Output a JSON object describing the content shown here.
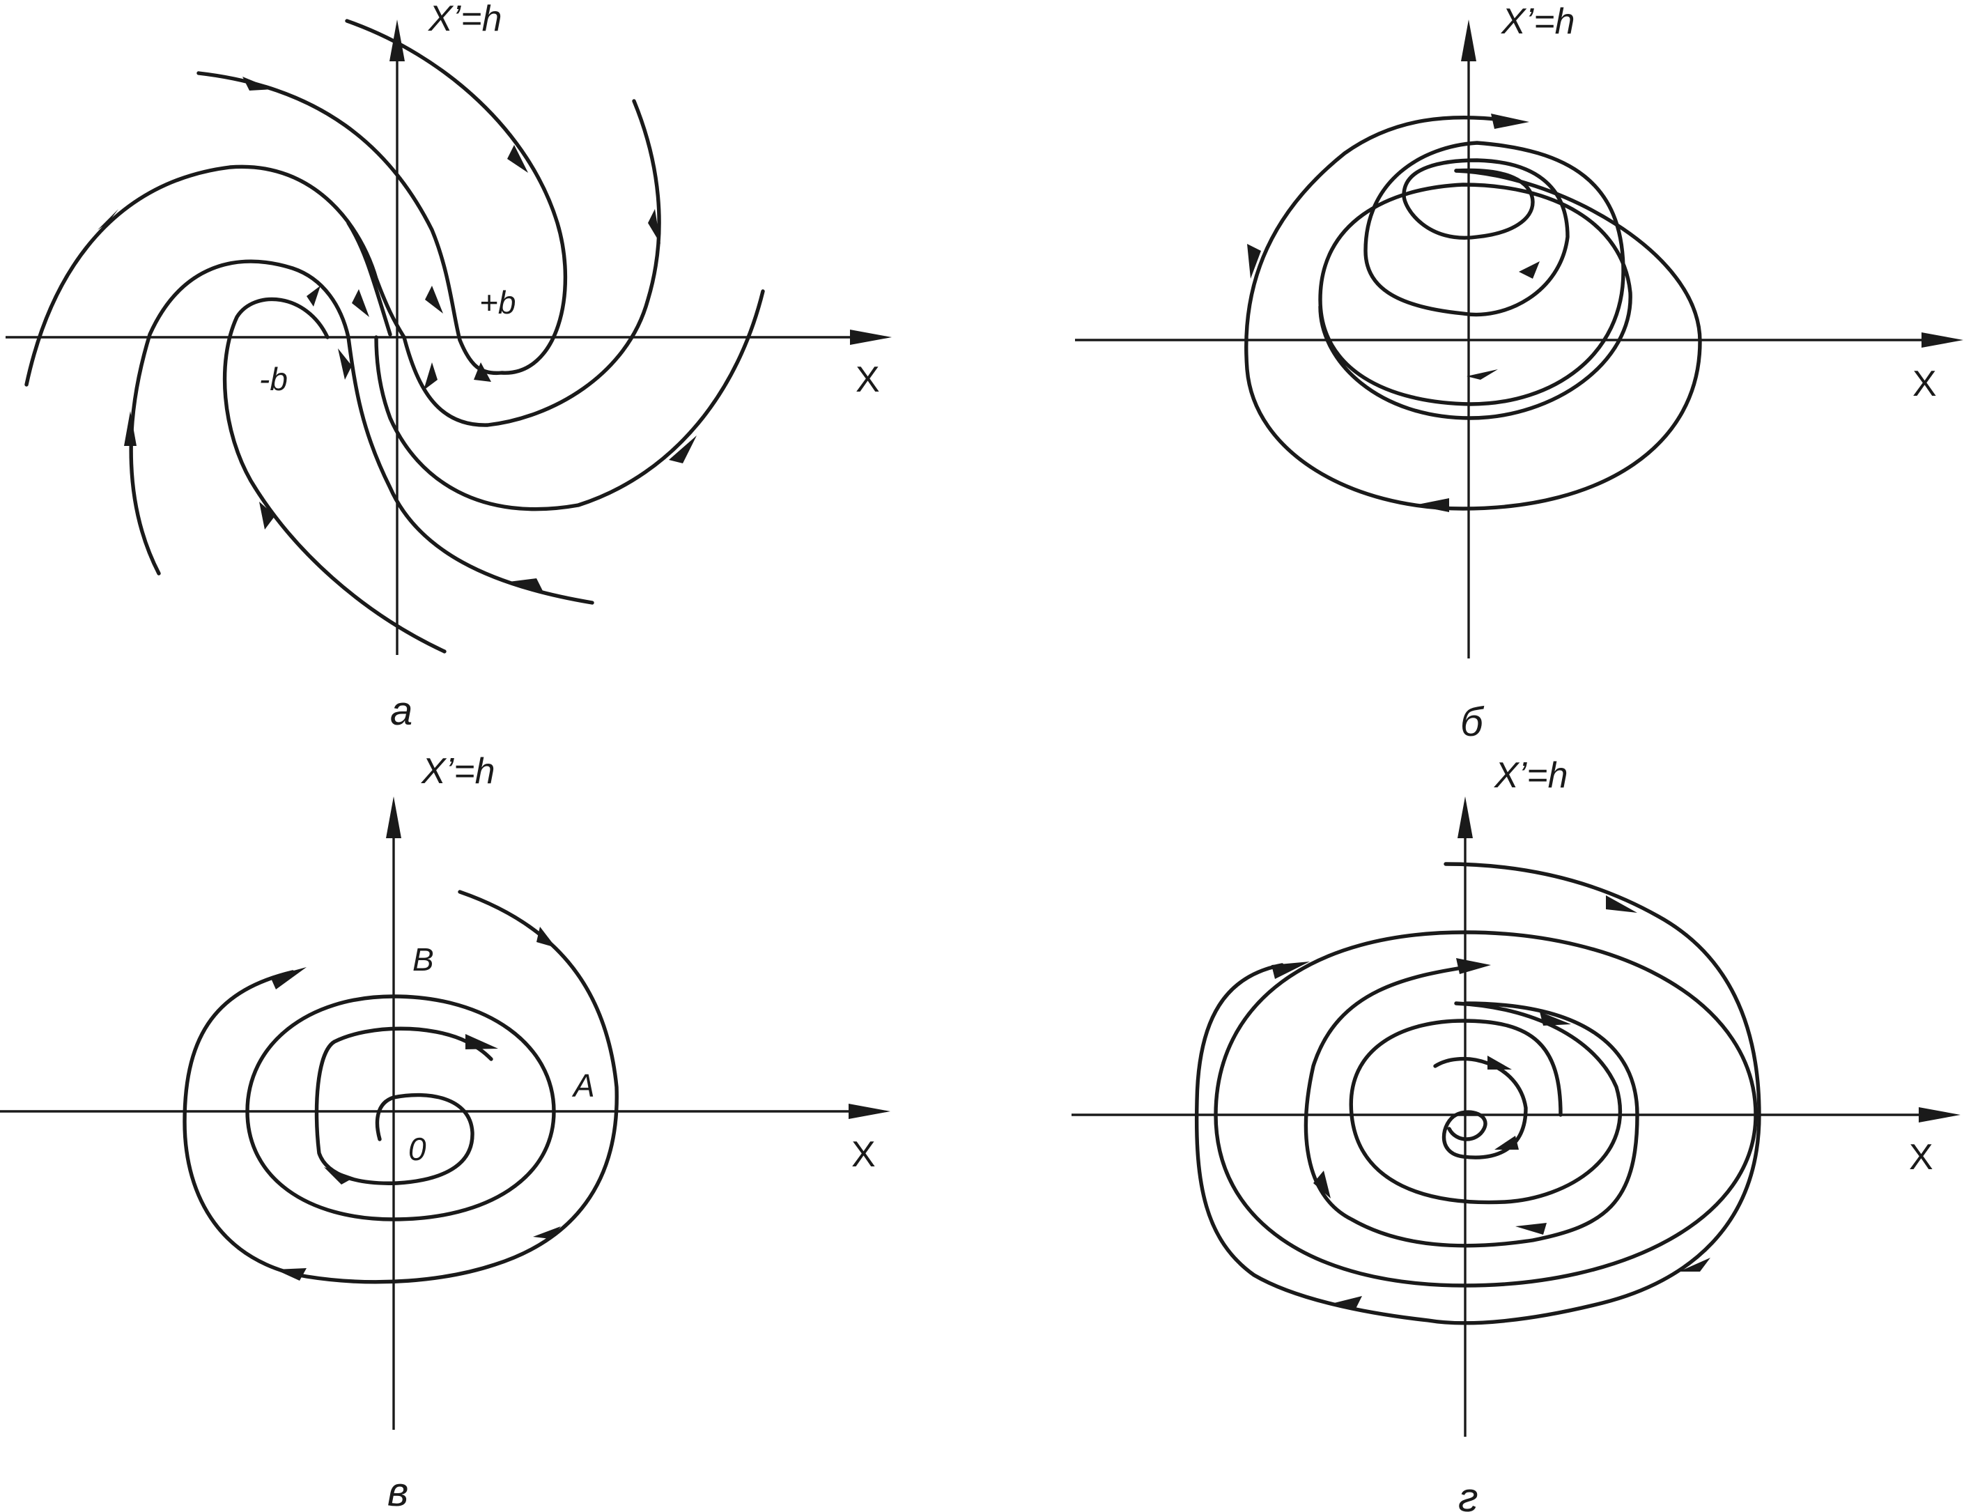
{
  "panels": [
    {
      "id": "a",
      "caption": "а",
      "y_axis_label": "X’=h",
      "x_axis_label": "X",
      "point_labels": [
        "+b",
        "-b"
      ]
    },
    {
      "id": "b",
      "caption": "б",
      "y_axis_label": "X’=h",
      "x_axis_label": "X",
      "point_labels": []
    },
    {
      "id": "v",
      "caption": "в",
      "y_axis_label": "X’=h",
      "x_axis_label": "X",
      "point_labels": [
        "B",
        "A",
        "0"
      ]
    },
    {
      "id": "g",
      "caption": "г",
      "y_axis_label": "X’=h",
      "x_axis_label": "X",
      "point_labels": []
    }
  ],
  "colors": {
    "ink": "#1a1a1a",
    "background": "#ffffff"
  }
}
